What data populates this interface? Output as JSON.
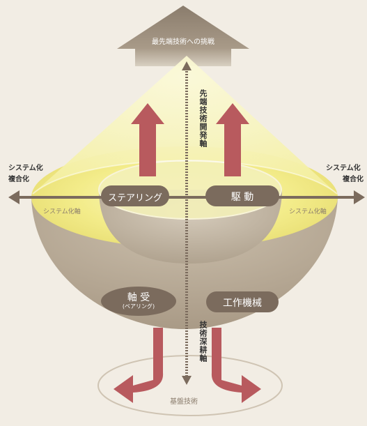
{
  "top_arrow_label": "最先端技術への挑戦",
  "vertical_up_label": "先端技術開発軸",
  "vertical_down_label": "技術深耕軸",
  "left_side_label": [
    "システム化",
    "複合化"
  ],
  "right_side_label": [
    "システム化",
    "複合化"
  ],
  "left_axis_label": "システム化軸",
  "right_axis_label": "システム化軸",
  "pills": {
    "steering": "ステアリング",
    "drive": "駆 動",
    "bearing": "軸 受",
    "bearing_sub": "(ベアリング)",
    "machine_tools": "工作機械"
  },
  "base_label": "基盤技術",
  "colors": {
    "background": "#f2ede4",
    "bowl": "#b3a591",
    "pill": "#7b6b5d",
    "red_arrow": "#b85a5e",
    "yellow": "#f4f0a0",
    "axis": "#7b6b5d"
  }
}
